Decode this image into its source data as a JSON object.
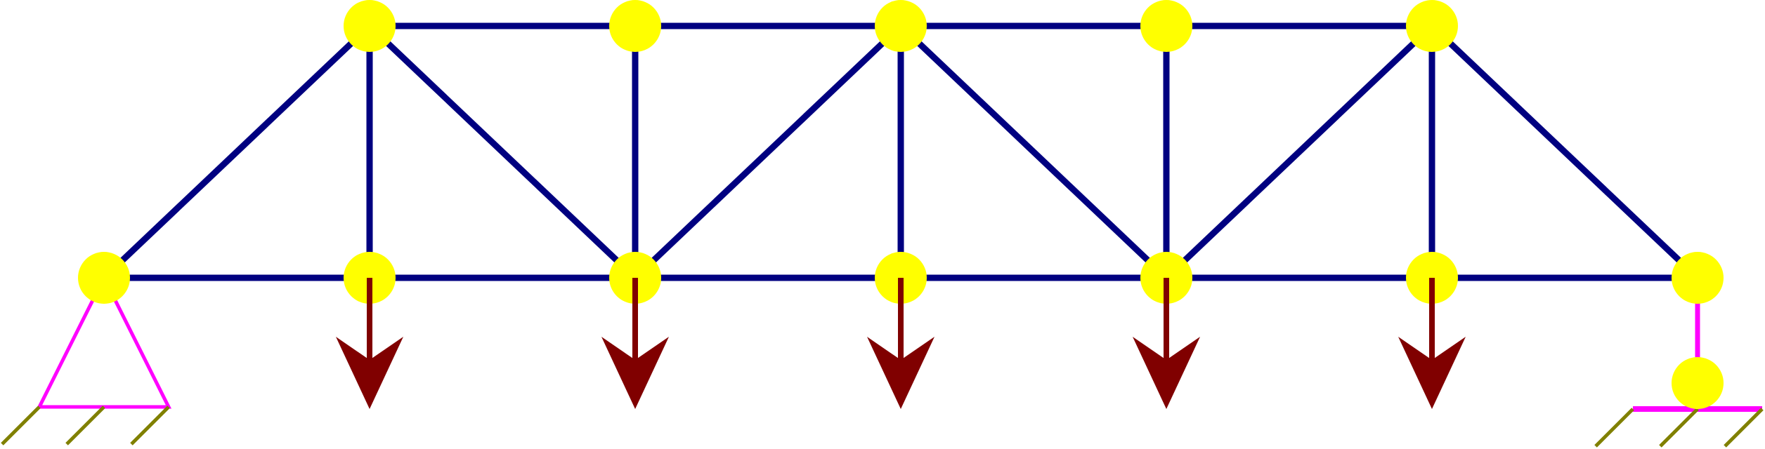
{
  "diagram": {
    "type": "truss",
    "nodes": [
      {
        "id": "b0",
        "row": "bottom",
        "col": 0
      },
      {
        "id": "b1",
        "row": "bottom",
        "col": 1
      },
      {
        "id": "b2",
        "row": "bottom",
        "col": 2
      },
      {
        "id": "b3",
        "row": "bottom",
        "col": 3
      },
      {
        "id": "b4",
        "row": "bottom",
        "col": 4
      },
      {
        "id": "b5",
        "row": "bottom",
        "col": 5
      },
      {
        "id": "b6",
        "row": "bottom",
        "col": 6
      },
      {
        "id": "t1",
        "row": "top",
        "col": 1
      },
      {
        "id": "t2",
        "row": "top",
        "col": 2
      },
      {
        "id": "t3",
        "row": "top",
        "col": 3
      },
      {
        "id": "t4",
        "row": "top",
        "col": 4
      },
      {
        "id": "t5",
        "row": "top",
        "col": 5
      },
      {
        "id": "r0",
        "row": "roller",
        "col": 6
      }
    ],
    "members": [
      [
        "b0",
        "b1"
      ],
      [
        "b1",
        "b2"
      ],
      [
        "b2",
        "b3"
      ],
      [
        "b3",
        "b4"
      ],
      [
        "b4",
        "b5"
      ],
      [
        "b5",
        "b6"
      ],
      [
        "t1",
        "t2"
      ],
      [
        "t2",
        "t3"
      ],
      [
        "t3",
        "t4"
      ],
      [
        "t4",
        "t5"
      ],
      [
        "b1",
        "t1"
      ],
      [
        "b2",
        "t2"
      ],
      [
        "b3",
        "t3"
      ],
      [
        "b4",
        "t4"
      ],
      [
        "b5",
        "t5"
      ],
      [
        "b0",
        "t1"
      ],
      [
        "t1",
        "b2"
      ],
      [
        "b2",
        "t3"
      ],
      [
        "t3",
        "b4"
      ],
      [
        "b4",
        "t5"
      ],
      [
        "t5",
        "b6"
      ]
    ],
    "loads": [
      {
        "node": "b1",
        "direction": "down"
      },
      {
        "node": "b2",
        "direction": "down"
      },
      {
        "node": "b3",
        "direction": "down"
      },
      {
        "node": "b4",
        "direction": "down"
      },
      {
        "node": "b5",
        "direction": "down"
      }
    ],
    "supports": [
      {
        "node": "b0",
        "kind": "pin"
      },
      {
        "node": "b6",
        "kind": "roller",
        "roller_node": "r0"
      }
    ],
    "colors": {
      "member": "#000080",
      "node": "#ffff00",
      "load": "#800000",
      "support": "#ff00ff",
      "ground_hatch": "#808000",
      "background": "#ffffff"
    }
  }
}
